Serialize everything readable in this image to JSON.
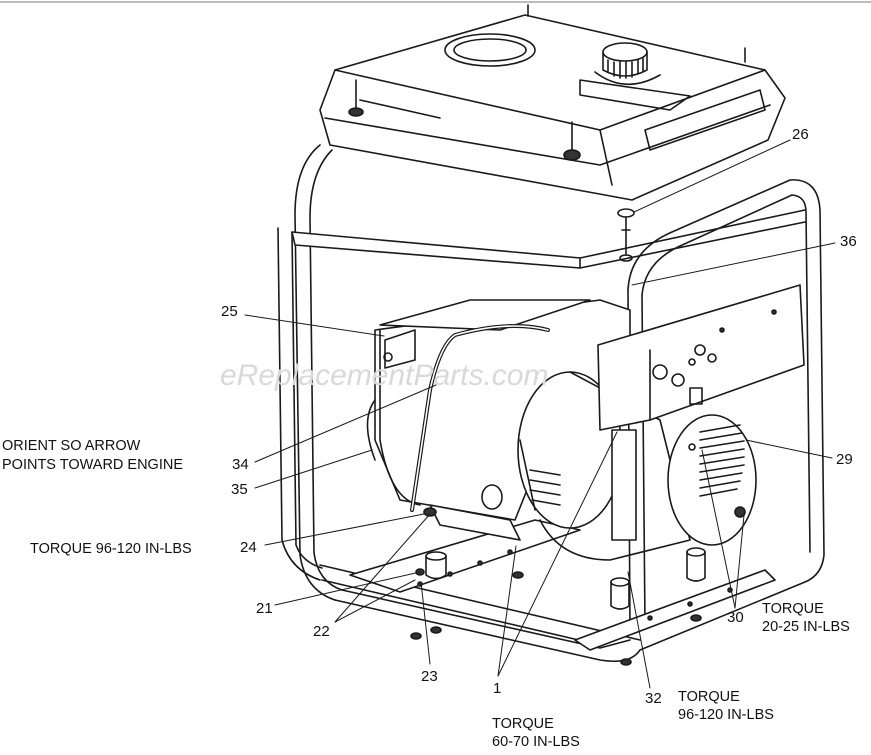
{
  "watermark": "eReplacementParts.com",
  "callouts": {
    "c1": "1",
    "c21": "21",
    "c22": "22",
    "c23": "23",
    "c24": "24",
    "c25": "25",
    "c26": "26",
    "c29": "29",
    "c30": "30",
    "c32": "32",
    "c34": "34",
    "c35": "35",
    "c36": "36"
  },
  "notes": {
    "orient_line1": "ORIENT SO ARROW",
    "orient_line2": "POINTS TOWARD ENGINE",
    "torque_24": "TORQUE 96-120 IN-LBS",
    "torque_30_line1": "TORQUE",
    "torque_30_line2": "20-25 IN-LBS",
    "torque_32_line1": "TORQUE",
    "torque_32_line2": "96-120 IN-LBS",
    "torque_1_line1": "TORQUE",
    "torque_1_line2": "60-70 IN-LBS"
  }
}
